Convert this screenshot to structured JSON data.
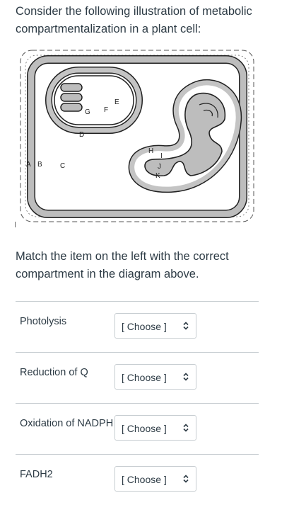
{
  "question": {
    "text": "Consider the following illustration of metabolic compartmentalization in a plant cell:"
  },
  "diagram": {
    "labels": {
      "A": "A",
      "B": "B",
      "C": "C",
      "D": "D",
      "E": "E",
      "F": "F",
      "G": "G",
      "H": "H",
      "I": "I",
      "J": "J",
      "K": "K"
    }
  },
  "instruction": "Match the item on the left with the correct compartment in the diagram above.",
  "matches": [
    {
      "label": "Photolysis",
      "selected": "[ Choose ]"
    },
    {
      "label": "Reduction of Q",
      "selected": "[ Choose ]"
    },
    {
      "label": "Oxidation of NADPH",
      "selected": "[ Choose ]"
    },
    {
      "label": "FADH2",
      "selected": "[ Choose ]"
    }
  ]
}
